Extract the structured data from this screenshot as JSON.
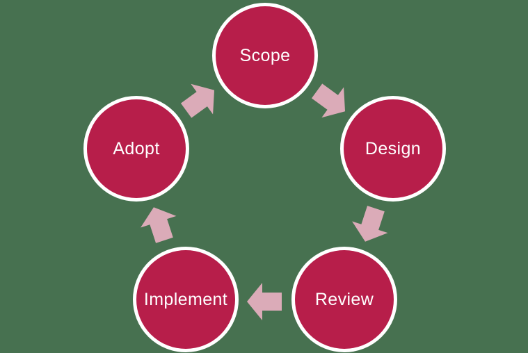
{
  "diagram": {
    "type": "cycle",
    "direction": "clockwise",
    "nodes": [
      {
        "id": "scope",
        "label": "Scope"
      },
      {
        "id": "design",
        "label": "Design"
      },
      {
        "id": "review",
        "label": "Review"
      },
      {
        "id": "implement",
        "label": "Implement"
      },
      {
        "id": "adopt",
        "label": "Adopt"
      }
    ],
    "flow_order": [
      "Scope",
      "Design",
      "Review",
      "Implement",
      "Adopt"
    ],
    "colors": {
      "background": "#477150",
      "node_fill": "#b71e4a",
      "node_ring": "#ffffff",
      "arrow": "#dbabb8",
      "label_text": "#ffffff"
    }
  }
}
